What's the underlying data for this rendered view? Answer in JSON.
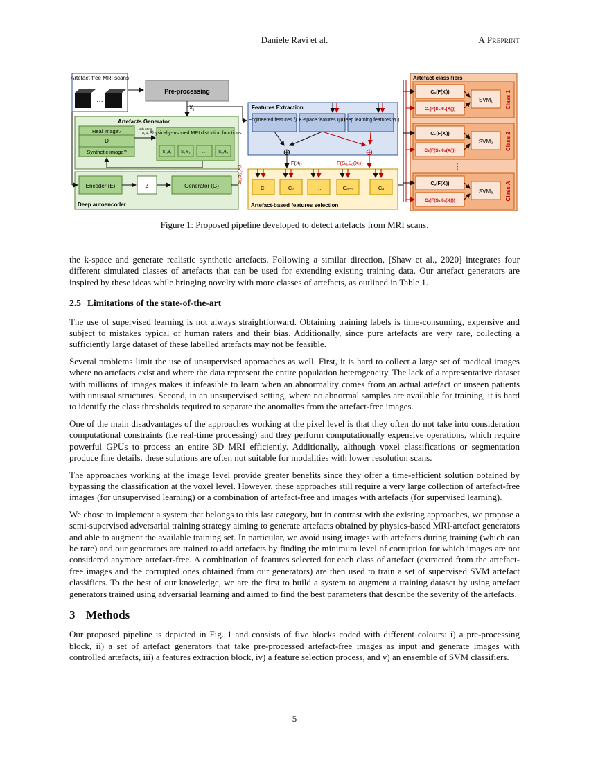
{
  "header": {
    "author": "Daniele Ravi et al.",
    "tag": "A Preprint"
  },
  "figure": {
    "artefact_free_label": "Artefact-free MRI scans",
    "ellipsis": "…",
    "preprocessing": "Pre-processing",
    "xi": "X",
    "xi_sub": "i",
    "artefacts_generator": "Artefacts Generator",
    "real_image": "Real image?",
    "d_label": "D",
    "synthetic_image": "Synthetic image?",
    "adjusting": "Adjusting",
    "theta": "θ₁ θ₂",
    "physics_title": "Physically-inspired MRI distortion functions",
    "s1": "S₁,θ₁",
    "s2": "S₂,θ₂",
    "s_dots": "…",
    "sa": "Sₐ,θₐ",
    "side_label": "S₁,θ₁(Xᵢ)",
    "encoder": "Encoder (E)",
    "z": "Z",
    "generator": "Generator (G)",
    "deep_autoencoder": "Deep autoencoder",
    "features_extraction": "Features Extraction",
    "engineered": "Engineered features ξ(.)",
    "kspace": "K-space features ψ(.)",
    "deep_learning": "Deep learning features γ(.)",
    "fxi": "F(Xᵢ)",
    "fs": "F(Sₐ,θₐ(Xᵢ))",
    "selection_boxes": [
      "C₁",
      "C₂",
      "…",
      "Cₐ₋₁",
      "Cₐ"
    ],
    "selection_label": "Artefact-based features selection",
    "artefact_classifiers": "Artefact classifiers",
    "classes": [
      {
        "c_top": "C₁(F(Xᵢ))",
        "c_bottom": "C₁(F(S₁,θ₁(Xᵢ)))",
        "svm": "SVM₁",
        "cls": "Class 1"
      },
      {
        "c_top": "C₂(F(Xᵢ))",
        "c_bottom": "C₂(F(S₂,θ₂(Xᵢ)))",
        "svm": "SVM₂",
        "cls": "Class 2"
      },
      {
        "c_top": "Cₐ(F(Xᵢ))",
        "c_bottom": "Cₐ(F(Sₐ,θₐ(Xᵢ)))",
        "svm": "SVMₐ",
        "cls": "Class A"
      }
    ],
    "vdots": "⋮",
    "oplus": "⊕"
  },
  "caption": "Figure 1: Proposed pipeline developed to detect artefacts from MRI scans.",
  "paragraphs_top": [
    "the k-space and generate realistic synthetic artefacts. Following a similar direction, [Shaw et al., 2020] integrates four different simulated classes of artefacts that can be used for extending existing training data. Our artefact generators are inspired by these ideas while bringing novelty with more classes of artefacts, as outlined in Table 1."
  ],
  "section_25": {
    "num": "2.5",
    "title": "Limitations of the state-of-the-art"
  },
  "paragraphs_25": [
    "The use of supervised learning is not always straightforward. Obtaining training labels is time-consuming, expensive and subject to mistakes typical of human raters and their bias. Additionally, since pure artefacts are very rare, collecting a sufficiently large dataset of these labelled artefacts may not be feasible.",
    "Several problems limit the use of unsupervised approaches as well. First, it is hard to collect a large set of medical images where no artefacts exist and where the data represent the entire population heterogeneity. The lack of a representative dataset with millions of images makes it infeasible to learn when an abnormality comes from an actual artefact or unseen patients with unusual structures. Second, in an unsupervised setting, where no abnormal samples are available for training, it is hard to identify the class thresholds required to separate the anomalies from the artefact-free images.",
    "One of the main disadvantages of the approaches working at the pixel level is that they often do not take into consideration computational constraints (i.e real-time processing) and they perform computationally expensive operations, which require powerful GPUs to process an entire 3D MRI efficiently. Additionally, although voxel classifications or segmentation produce fine details, these solutions are often not suitable for modalities with lower resolution scans.",
    "The approaches working at the image level provide greater benefits since they offer a time-efficient solution obtained by bypassing the classification at the voxel level. However, these approaches still require a very large collection of artefact-free images (for unsupervised learning) or a combination of artefact-free and images with artefacts (for supervised learning).",
    "We chose to implement a system that belongs to this last category, but in contrast with the existing approaches, we propose a semi-supervised adversarial training strategy aiming to generate artefacts obtained by physics-based MRI-artefact generators and able to augment the available training set. In particular, we avoid using images with artefacts during training (which can be rare) and our generators are trained to add artefacts by finding the minimum level of corruption for which images are not considered anymore artefact-free. A combination of features selected for each class of artefact (extracted from the artefact-free images and the corrupted ones obtained from our generators) are then used to train a set of supervised SVM artefact classifiers. To the best of our knowledge, we are the first to build a system to augment a training dataset by using artefact generators trained using adversarial learning and aimed to find the best parameters that describe the severity of the artefacts."
  ],
  "section_3": {
    "num": "3",
    "title": "Methods"
  },
  "paragraphs_3": [
    "Our proposed pipeline is depicted in Fig. 1 and consists of five blocks coded with different colours: i) a pre-processing block, ii) a set of artefact generators that take pre-processed artefact-free images as input and generate images with controlled artefacts, iii) a features extraction block, iv) a feature selection process, and v) an ensemble of SVM classifiers."
  ],
  "page_number": "5",
  "colors": {
    "green_fill": "#e2efd9",
    "green_box": "#a9d18e",
    "green_border": "#548235",
    "blue_fill": "#dae3f3",
    "blue_box": "#b4c7e7",
    "blue_border": "#2f5597",
    "yellow_fill": "#fff2cc",
    "yellow_box": "#ffd966",
    "yellow_border": "#bf9000",
    "orange_fill": "#f8cbad",
    "orange_box": "#fbe5d6",
    "orange_border": "#c55a11",
    "gray_box": "#bfbfbf",
    "red_arrow": "#c00000"
  }
}
